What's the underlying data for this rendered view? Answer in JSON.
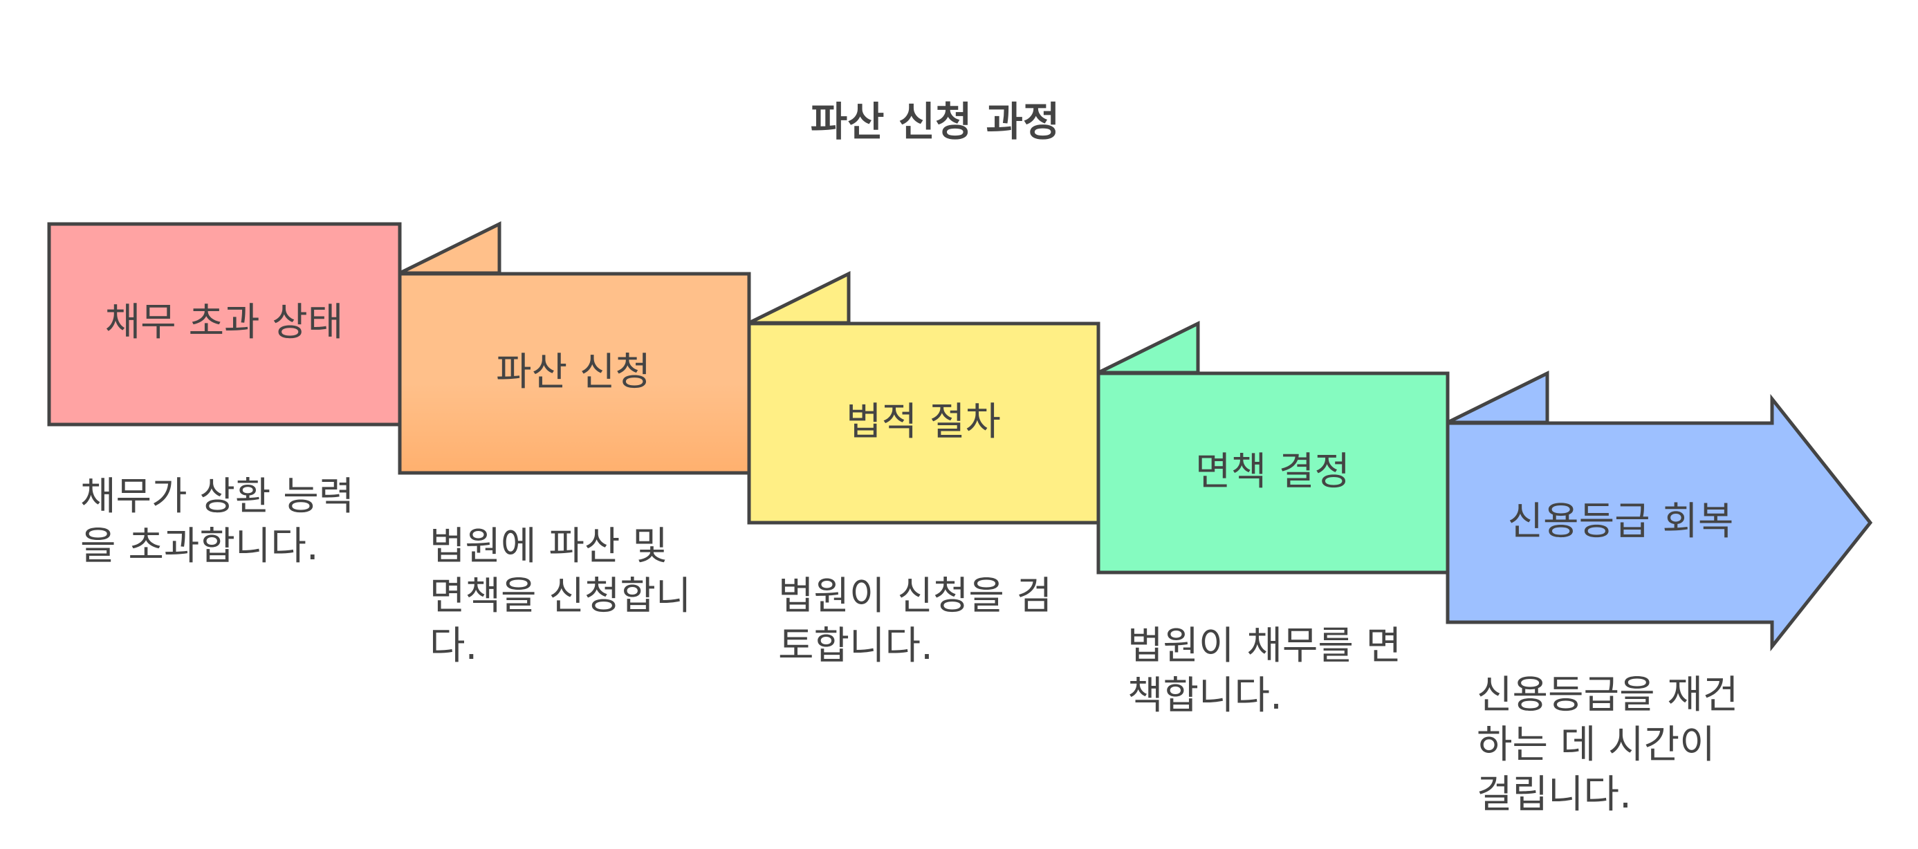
{
  "title": "파산 신청 과정",
  "steps": [
    {
      "label": "채무 초과 상태",
      "description_lines": [
        "채무가 상환 능력",
        "을 초과합니다."
      ],
      "color": "#FFA3A3"
    },
    {
      "label": "파산 신청",
      "description_lines": [
        "법원에 파산 및",
        "면책을 신청합니",
        "다."
      ],
      "color": "#FFC08A"
    },
    {
      "label": "법적 절차",
      "description_lines": [
        "법원이 신청을 검",
        "토합니다."
      ],
      "color": "#FFEF85"
    },
    {
      "label": "면책 결정",
      "description_lines": [
        "법원이 채무를 면",
        "책합니다."
      ],
      "color": "#85FBC0"
    },
    {
      "label": "신용등급 회복",
      "description_lines": [
        "신용등급을 재건",
        "하는 데 시간이",
        "걸립니다."
      ],
      "color": "#9DC0FF"
    }
  ],
  "stroke_color": "#444444"
}
